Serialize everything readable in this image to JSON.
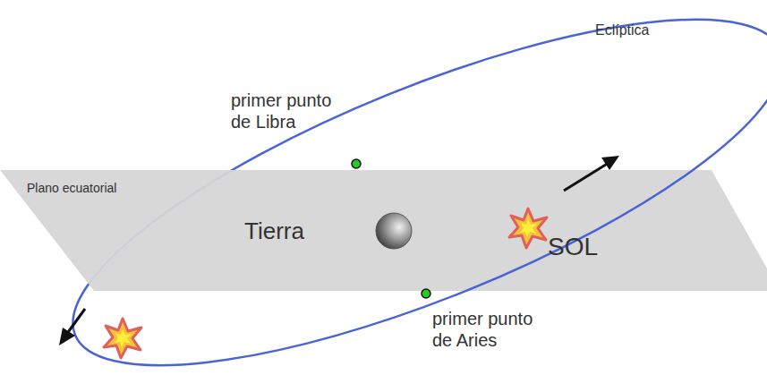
{
  "diagram": {
    "labels": [
      "Eclíptica",
      "primer punto de Libra",
      "Plano ecuatorial",
      "Tierra",
      "SOL",
      "primer punto de Aries"
    ]
  }
}
